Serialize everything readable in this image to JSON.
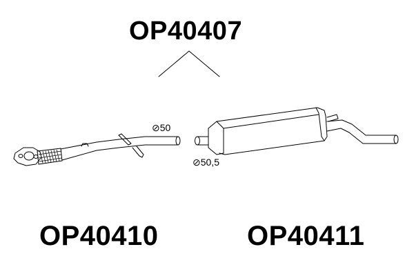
{
  "codes": {
    "assembly": "OP40407",
    "front_pipe": "OP40410",
    "silencer": "OP40411"
  },
  "dimensions": {
    "front_pipe_diameter": "⊘50",
    "silencer_diameter": "⊘50,5"
  },
  "colors": {
    "line": "#000000",
    "background": "#ffffff",
    "text": "#000000"
  }
}
